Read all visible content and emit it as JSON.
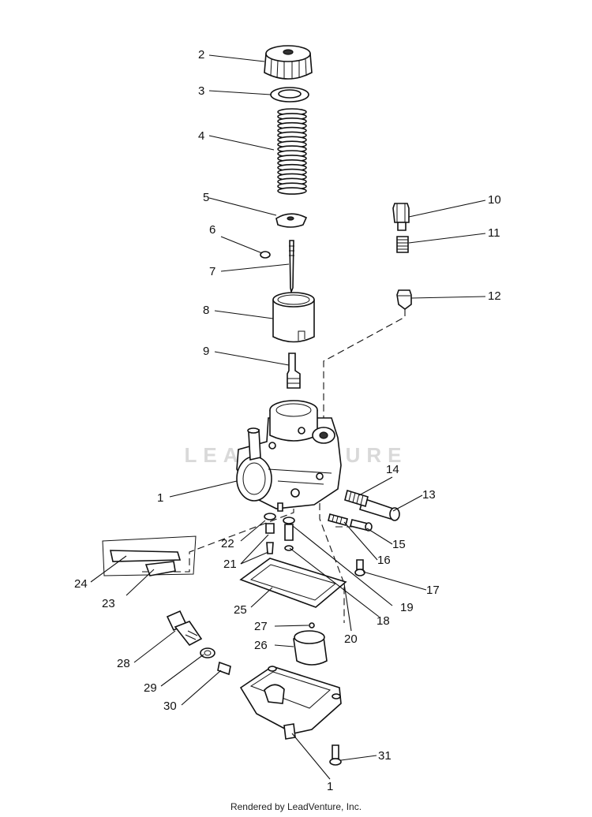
{
  "diagram": {
    "callouts": [
      "1",
      "2",
      "3",
      "4",
      "5",
      "6",
      "7",
      "8",
      "9",
      "10",
      "11",
      "12",
      "13",
      "14",
      "15",
      "16",
      "17",
      "18",
      "19",
      "20",
      "21",
      "22",
      "23",
      "24",
      "25",
      "26",
      "27",
      "28",
      "29",
      "30",
      "31",
      "1"
    ]
  },
  "watermark": "LEADVENTURE",
  "footer": "Rendered by LeadVenture, Inc."
}
